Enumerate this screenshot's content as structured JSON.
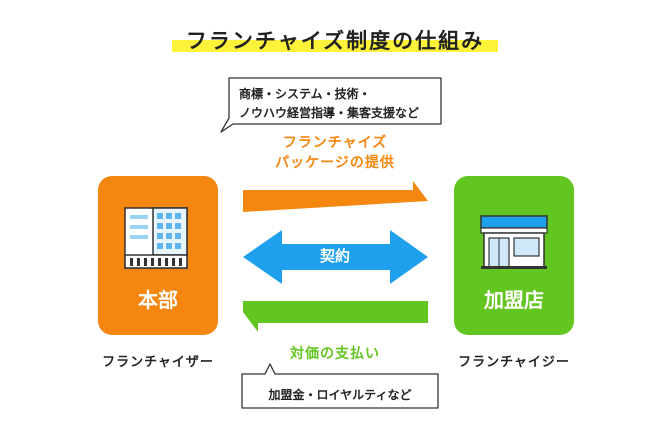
{
  "title": "フランチャイズ制度の仕組み",
  "top_callout": {
    "line1": "商標・システム・技術・",
    "line2": "ノウハウ経営指導・集客支援など"
  },
  "package_label": {
    "line1": "フランチャイズ",
    "line2": "パッケージの提供"
  },
  "left_box": {
    "label": "本部",
    "icon": "office-building-icon"
  },
  "right_box": {
    "label": "加盟店",
    "icon": "store-icon"
  },
  "contract_label": "契約",
  "payment_label": "対価の支払い",
  "bottom_callout": "加盟金・ロイヤルティなど",
  "left_role": "フランチャイザー",
  "right_role": "フランチャイジー",
  "colors": {
    "orange": "#f5860f",
    "green": "#63c51f",
    "blue": "#1fa0ec",
    "highlight": "#fff23a"
  }
}
